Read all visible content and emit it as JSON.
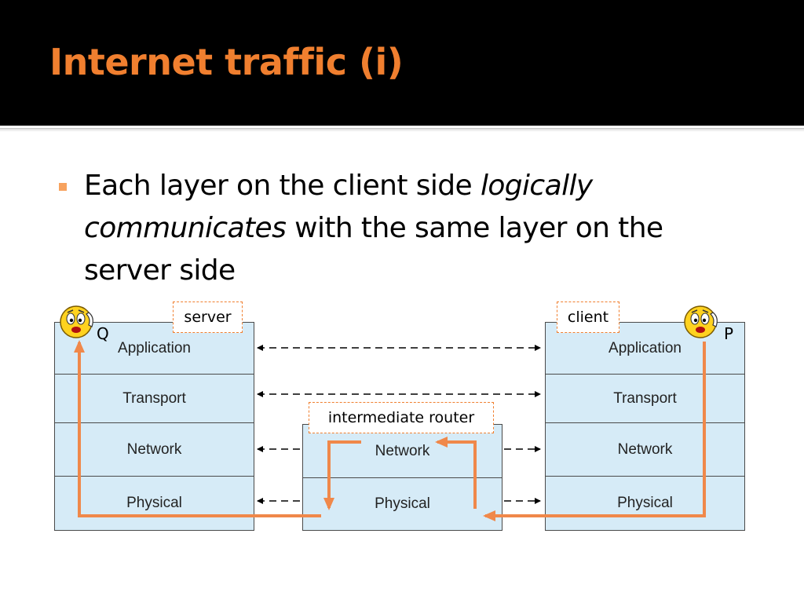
{
  "slide": {
    "title": "Internet traffic (i)",
    "bullet": {
      "part1": "Each layer on the client side ",
      "italic": "logically communicates",
      "part2": " with the same layer on the server side"
    }
  },
  "diagram": {
    "server_label": "server",
    "client_label": "client",
    "router_label": "intermediate router",
    "q_label": "Q",
    "p_label": "P",
    "server_layers": [
      "Application",
      "Transport",
      "Network",
      "Physical"
    ],
    "router_layers": [
      "Network",
      "Physical"
    ],
    "client_layers": [
      "Application",
      "Transport",
      "Network",
      "Physical"
    ],
    "colors": {
      "accent": "#f07f2f",
      "arrow": "#f0884a",
      "layer_fill": "#d6ebf7",
      "title_bg": "#000000"
    }
  }
}
